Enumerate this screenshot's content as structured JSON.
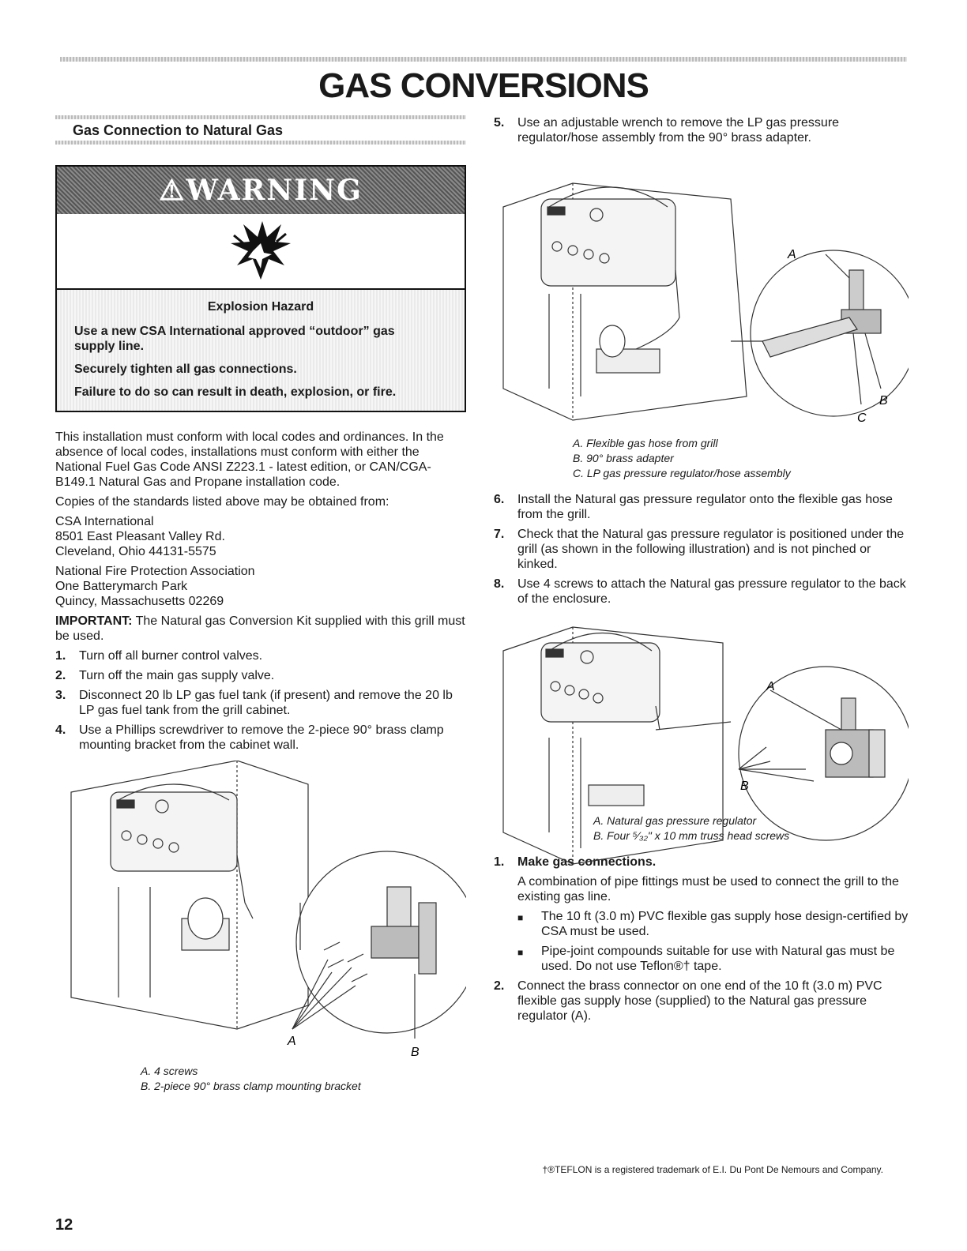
{
  "header": {
    "title": "GAS CONVERSIONS"
  },
  "left": {
    "section_heading": "Gas Connection to Natural Gas",
    "warning": {
      "label": "⚠WARNING",
      "hazard_title": "Explosion Hazard",
      "line1": "Use a new CSA International approved “outdoor” gas supply line.",
      "line2": "Securely tighten all gas connections.",
      "line3": "Failure to do so can result in death, explosion, or fire."
    },
    "intro": "This installation must conform with local codes and ordinances. In the absence of local codes, installations must conform with either the National Fuel Gas Code ANSI Z223.1 - latest edition, or CAN/CGA-B149.1 Natural Gas and Propane installation code.",
    "copies": "Copies of the standards listed above may be obtained from:",
    "addr1": [
      "CSA International",
      "8501 East Pleasant Valley Rd.",
      "Cleveland, Ohio 44131-5575"
    ],
    "addr2": [
      "National Fire Protection Association",
      "One Batterymarch Park",
      "Quincy, Massachusetts 02269"
    ],
    "important_label": "IMPORTANT:",
    "important_text": " The Natural gas Conversion Kit supplied with this grill must be used.",
    "steps": [
      {
        "num": "1.",
        "text": "Turn off all burner control valves."
      },
      {
        "num": "2.",
        "text": "Turn off the main gas supply valve."
      },
      {
        "num": "3.",
        "text": "Disconnect 20 lb LP gas fuel tank (if present) and remove the 20 lb LP gas fuel tank from the grill cabinet."
      },
      {
        "num": "4.",
        "text": "Use a Phillips screwdriver to remove the 2-piece 90° brass clamp mounting bracket from the cabinet wall."
      }
    ],
    "fig_labels": {
      "a": "A",
      "b": "B"
    },
    "fig_captions": [
      "A. 4 screws",
      "B. 2-piece 90° brass clamp mounting bracket"
    ]
  },
  "right": {
    "step5": {
      "num": "5.",
      "text": "Use an adjustable wrench to remove the LP gas pressure regulator/hose assembly from the 90° brass adapter."
    },
    "fig1_labels": {
      "a": "A",
      "b": "B",
      "c": "C"
    },
    "fig1_captions": [
      "A. Flexible gas hose from grill",
      "B. 90° brass adapter",
      "C. LP gas pressure regulator/hose assembly"
    ],
    "steps": [
      {
        "num": "6.",
        "text": "Install the Natural gas pressure regulator onto the flexible gas hose from the grill."
      },
      {
        "num": "7.",
        "text": "Check that the Natural gas pressure regulator is positioned under the grill (as shown in the following illustration) and is not pinched or kinked."
      },
      {
        "num": "8.",
        "text": "Use 4 screws to attach the Natural gas pressure regulator to the back of the enclosure."
      }
    ],
    "fig2_labels": {
      "a": "A",
      "b": "B"
    },
    "fig2_captions": [
      "A. Natural gas pressure regulator",
      "B. Four ⁵⁄₃₂\" x 10 mm truss head screws"
    ],
    "make": {
      "num": "1.",
      "text": "Make gas connections."
    },
    "make_body": "A combination of pipe fittings must be used to connect the grill to the existing gas line.",
    "bullets": [
      "The 10 ft (3.0 m) PVC flexible gas supply hose design-certified by CSA must be used.",
      "Pipe-joint compounds suitable for use with Natural gas must be used. Do not use Teflon®† tape."
    ],
    "bullet_marker": "■",
    "step2": {
      "num": "2.",
      "text": "Connect the brass connector on one end of the 10 ft (3.0 m) PVC flexible gas supply hose (supplied) to the Natural gas pressure regulator (A)."
    }
  },
  "footer": {
    "footnote": "†®TEFLON is a registered trademark of E.I. Du Pont De Nemours and Company.",
    "page": "12"
  }
}
